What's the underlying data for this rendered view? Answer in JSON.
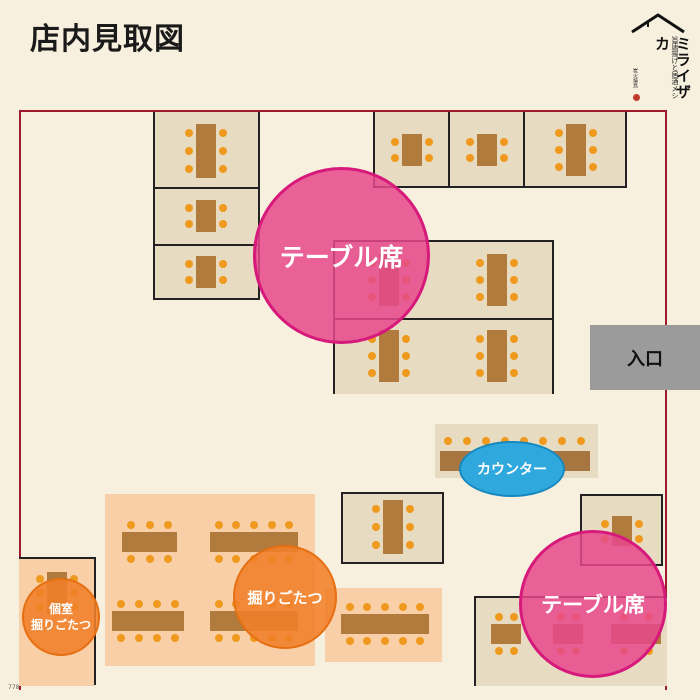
{
  "page": {
    "title": "店内見取図",
    "footnote": "778"
  },
  "logo": {
    "name": "ミライザカ",
    "tagline": "旨唐揚げと居酒メシ",
    "small": "炭火焼鳥"
  },
  "colors": {
    "outline": "#a01a2e",
    "table": "#b07b3c",
    "chair": "#ef9a1e",
    "pink": "#e8488c",
    "orange": "#f08028",
    "blue": "#2fa8dd"
  },
  "areas": {
    "entrance": "入口",
    "table_seat_1": "テーブル席",
    "table_seat_2": "テーブル席",
    "counter": "カウンター",
    "horigotatsu": "掘りごたつ",
    "private_line1": "個室",
    "private_line2": "掘りごたつ"
  }
}
